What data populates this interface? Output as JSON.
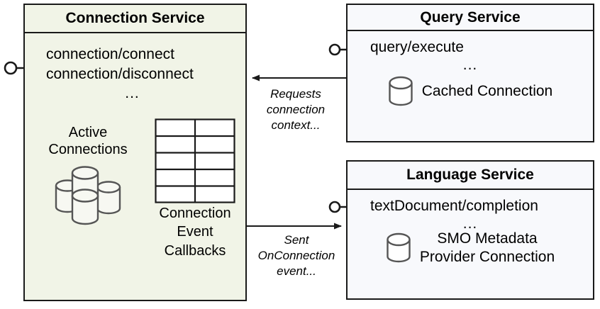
{
  "diagram": {
    "type": "component-diagram",
    "background_color": "#ffffff",
    "stroke_color": "#1a1a1a"
  },
  "components": [
    {
      "id": "connection-service",
      "title": "Connection Service",
      "fill_color": "#f1f4e7",
      "operations": [
        "connection/connect",
        "connection/disconnect"
      ],
      "ellipsis": "...",
      "artifacts": [
        {
          "id": "active-connections",
          "caption_line1": "Active",
          "caption_line2": "Connections",
          "icon": "database-cylinder-stack-icon"
        },
        {
          "id": "connection-event-callbacks",
          "caption_line1": "Connection",
          "caption_line2": "Event",
          "caption_line3": "Callbacks",
          "icon": "table-grid-icon"
        }
      ]
    },
    {
      "id": "query-service",
      "title": "Query Service",
      "fill_color": "#f8f9fc",
      "operation": "query/execute",
      "ellipsis": "...",
      "artifact": {
        "id": "cached-connection",
        "caption": "Cached Connection",
        "icon": "database-cylinder-icon"
      }
    },
    {
      "id": "language-service",
      "title": "Language Service",
      "fill_color": "#f8f9fc",
      "operation": "textDocument/completion",
      "ellipsis": "...",
      "artifact": {
        "id": "smo-metadata-provider-connection",
        "caption_line1": "SMO Metadata",
        "caption_line2": "Provider Connection",
        "icon": "database-cylinder-icon"
      }
    }
  ],
  "edges": [
    {
      "id": "requests-connection-context",
      "from": "query-service",
      "to": "connection-service",
      "label_line1": "Requests",
      "label_line2": "connection",
      "label_line3": "context...",
      "arrow": "left"
    },
    {
      "id": "sent-onconnection-event",
      "from": "connection-service",
      "to": "language-service",
      "label_line1": "Sent",
      "label_line2": "OnConnection",
      "label_line3": "event...",
      "arrow": "right"
    }
  ],
  "interfaces": [
    {
      "id": "connection-service-provided-interface",
      "icon": "lollipop-interface-icon"
    },
    {
      "id": "query-service-provided-interface",
      "icon": "lollipop-interface-icon"
    },
    {
      "id": "language-service-provided-interface",
      "icon": "lollipop-interface-icon"
    }
  ]
}
